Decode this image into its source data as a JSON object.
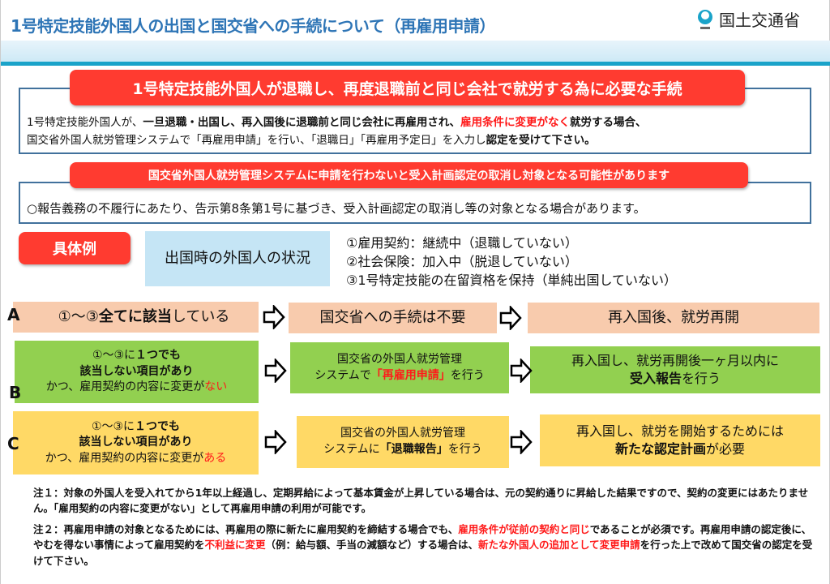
{
  "header": {
    "title": "1号特定技能外国人の出国と国交省への手続について（再雇用申請）",
    "logo_text": "国土交通省"
  },
  "section1": {
    "heading": "1号特定技能外国人が退職し、再度退職前と同じ会社で就労する為に必要な手続",
    "line1": [
      "1号特定技能外国人が、",
      "一旦退職・出国し、再入国後に退職前と同じ会社に再雇用され、",
      "雇用条件に変更がなく",
      "就労する場合、"
    ],
    "line2": [
      "国交省外国人就労管理システムで「再雇用申請」を行い、「退職日」「再雇用予定日」を入力し",
      "認定を受けて下さい。"
    ]
  },
  "section2": {
    "heading": "国交省外国人就労管理システムに申請を行わないと受入計画認定の取消し対象となる可能性があります",
    "text": "○報告義務の不履行にあたり、告示第8条第1号に基づき、受入計画認定の取消し等の対象となる場合があります。"
  },
  "example": {
    "label": "具体例",
    "status_box": "出国時の外国人の状況",
    "conditions": [
      "①雇用契約：継続中（退職していない）",
      "②社会保険：加入中（脱退していない）",
      "③1号特定技能の在留資格を保持（単純出国していない）"
    ]
  },
  "rows": [
    {
      "letter": "A",
      "cond": [
        "①～③",
        "全てに該当",
        "している"
      ],
      "step": "国交省への手続は不要",
      "result": "再入国後、就労再開"
    },
    {
      "letter": "B",
      "cond1": [
        "①～③に",
        "１つでも"
      ],
      "cond2": "該当しない項目があり",
      "cond3": [
        "かつ、雇用契約の内容に変更が",
        "ない"
      ],
      "step": [
        "国交省の外国人就労管理",
        "システムで",
        "「再雇用申請」",
        "を行う"
      ],
      "result": [
        "再入国し、就労再開後一ヶ月以内に",
        "受入報告",
        "を行う"
      ]
    },
    {
      "letter": "C",
      "cond1": [
        "①～③に",
        "１つでも"
      ],
      "cond2": "該当しない項目があり",
      "cond3": [
        "かつ、雇用契約の内容に変更が",
        "ある"
      ],
      "step": [
        "国交省の外国人就労管理",
        "システムに",
        "「退職報告」",
        "を行う"
      ],
      "result": [
        "再入国し、就労を開始するためには",
        "新たな認定計画",
        "が必要"
      ]
    }
  ],
  "notes": {
    "note1": "注１：対象の外国人を受入れてから1年以上経過し、定期昇給によって基本賃金が上昇している場合は、元の契約通りに昇給した結果ですので、契約の変更にはあたりません。「雇用契約の内容に変更がない」として再雇用申請の利用が可能です。",
    "note2": [
      "注２：再雇用申請の対象となるためには、再雇用の際に新たに雇用契約を締結する場合でも、",
      "雇用条件が従前の契約と同じ",
      "であることが必須です。再雇用申請の認定後に、やむを得ない事情によって雇用契約を",
      "不利益に変更",
      "（例：給与額、手当の減額など）する場合は、",
      "新たな外国人の追加として変更申請",
      "を行った上で改めて国交省の認定を受けて下さい。"
    ]
  },
  "colors": {
    "title": "#2e75b6",
    "red": "#ff3b30",
    "rowA": "#f8cbad",
    "rowB": "#92d050",
    "rowC": "#ffd966",
    "status": "#c5e5f5"
  }
}
